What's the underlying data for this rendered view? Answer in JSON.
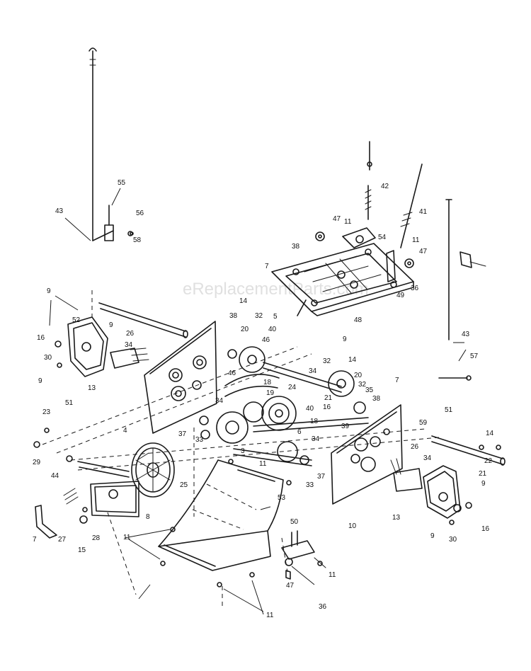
{
  "watermark": "eReplacementParts.com",
  "colors": {
    "ink": "#1a1a1a",
    "background": "#ffffff",
    "watermark": "#c8c8c8"
  },
  "callouts": [
    {
      "id": "l55",
      "text": "55"
    },
    {
      "id": "l43a",
      "text": "43"
    },
    {
      "id": "l56",
      "text": "56"
    },
    {
      "id": "l58",
      "text": "58"
    },
    {
      "id": "l42",
      "text": "42"
    },
    {
      "id": "l47a",
      "text": "47"
    },
    {
      "id": "l11a",
      "text": "11"
    },
    {
      "id": "l41",
      "text": "41"
    },
    {
      "id": "l38a",
      "text": "38"
    },
    {
      "id": "l54",
      "text": "54"
    },
    {
      "id": "l11b",
      "text": "11"
    },
    {
      "id": "l47b",
      "text": "47"
    },
    {
      "id": "l7a",
      "text": "7"
    },
    {
      "id": "l49",
      "text": "49"
    },
    {
      "id": "l36a",
      "text": "36"
    },
    {
      "id": "l9a",
      "text": "9"
    },
    {
      "id": "l14a",
      "text": "14"
    },
    {
      "id": "l32a",
      "text": "32"
    },
    {
      "id": "l5",
      "text": "5"
    },
    {
      "id": "l48",
      "text": "48"
    },
    {
      "id": "l52",
      "text": "52"
    },
    {
      "id": "l9b",
      "text": "9"
    },
    {
      "id": "l38b",
      "text": "38"
    },
    {
      "id": "l20a",
      "text": "20"
    },
    {
      "id": "l40a",
      "text": "40"
    },
    {
      "id": "l16a",
      "text": "16"
    },
    {
      "id": "l26a",
      "text": "26"
    },
    {
      "id": "l34a",
      "text": "34"
    },
    {
      "id": "l46a",
      "text": "46"
    },
    {
      "id": "l9c",
      "text": "9"
    },
    {
      "id": "l30a",
      "text": "30"
    },
    {
      "id": "l14b",
      "text": "14"
    },
    {
      "id": "l9d",
      "text": "9"
    },
    {
      "id": "l32b",
      "text": "32"
    },
    {
      "id": "l13a",
      "text": "13"
    },
    {
      "id": "l46b",
      "text": "46"
    },
    {
      "id": "l18a",
      "text": "18"
    },
    {
      "id": "l34b",
      "text": "34"
    },
    {
      "id": "l20b",
      "text": "20"
    },
    {
      "id": "l51a",
      "text": "51"
    },
    {
      "id": "l24",
      "text": "24"
    },
    {
      "id": "l32c",
      "text": "32"
    },
    {
      "id": "l19",
      "text": "19"
    },
    {
      "id": "l40b",
      "text": "40"
    },
    {
      "id": "l16b",
      "text": "16"
    },
    {
      "id": "l35",
      "text": "35"
    },
    {
      "id": "l43b",
      "text": "43"
    },
    {
      "id": "l7b",
      "text": "7"
    },
    {
      "id": "l34c",
      "text": "34"
    },
    {
      "id": "l21a",
      "text": "21"
    },
    {
      "id": "l38c",
      "text": "38"
    },
    {
      "id": "l57",
      "text": "57"
    },
    {
      "id": "l37a",
      "text": "37"
    },
    {
      "id": "l33a",
      "text": "33"
    },
    {
      "id": "l6",
      "text": "6"
    },
    {
      "id": "l18b",
      "text": "18"
    },
    {
      "id": "l23",
      "text": "23"
    },
    {
      "id": "l4",
      "text": "4"
    },
    {
      "id": "l39",
      "text": "39"
    },
    {
      "id": "l59",
      "text": "59"
    },
    {
      "id": "l51b",
      "text": "51"
    },
    {
      "id": "l29",
      "text": "29"
    },
    {
      "id": "l3",
      "text": "3"
    },
    {
      "id": "l34d",
      "text": "34"
    },
    {
      "id": "l14c",
      "text": "14"
    },
    {
      "id": "l11c",
      "text": "11"
    },
    {
      "id": "l26b",
      "text": "26"
    },
    {
      "id": "l34e",
      "text": "34"
    },
    {
      "id": "l22",
      "text": "22"
    },
    {
      "id": "l44",
      "text": "44"
    },
    {
      "id": "l21b",
      "text": "21"
    },
    {
      "id": "l37b",
      "text": "37"
    },
    {
      "id": "l33b",
      "text": "33"
    },
    {
      "id": "l9e",
      "text": "9"
    },
    {
      "id": "l25",
      "text": "25"
    },
    {
      "id": "l53",
      "text": "53"
    },
    {
      "id": "l8",
      "text": "8"
    },
    {
      "id": "l13b",
      "text": "13"
    },
    {
      "id": "l7c",
      "text": "7"
    },
    {
      "id": "l27",
      "text": "27"
    },
    {
      "id": "l15",
      "text": "15"
    },
    {
      "id": "l28",
      "text": "28"
    },
    {
      "id": "l10",
      "text": "10"
    },
    {
      "id": "l9f",
      "text": "9"
    },
    {
      "id": "l30b",
      "text": "30"
    },
    {
      "id": "l16c",
      "text": "16"
    },
    {
      "id": "l50",
      "text": "50"
    },
    {
      "id": "l11d",
      "text": "11"
    },
    {
      "id": "l11e",
      "text": "11"
    },
    {
      "id": "l47c",
      "text": "47"
    },
    {
      "id": "l36b",
      "text": "36"
    },
    {
      "id": "l11f",
      "text": "11"
    }
  ]
}
